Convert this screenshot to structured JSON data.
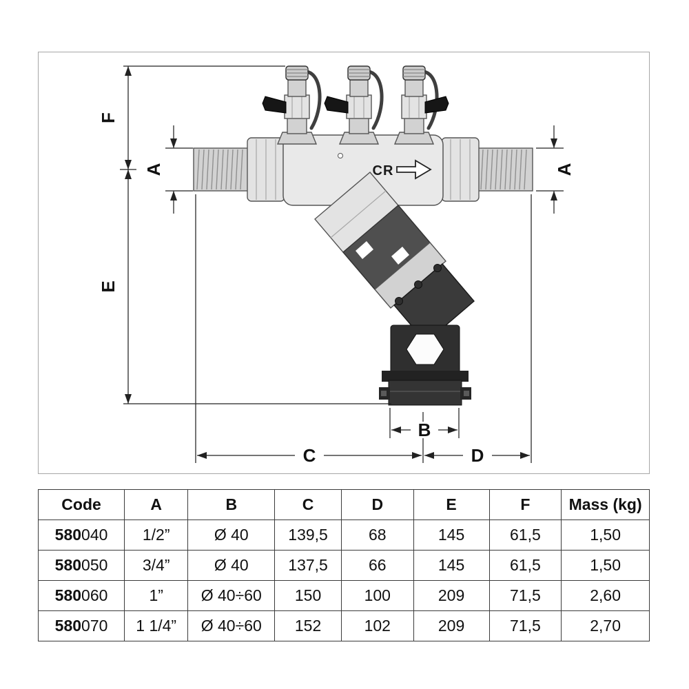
{
  "drawing": {
    "dims": {
      "F": "F",
      "E": "E",
      "A_left": "A",
      "A_right": "A",
      "B": "B",
      "C": "C",
      "D": "D"
    },
    "body_marking": "CR"
  },
  "table": {
    "headers": [
      "Code",
      "A",
      "B",
      "C",
      "D",
      "E",
      "F",
      "Mass (kg)"
    ],
    "rows": [
      {
        "code_prefix": "580",
        "code_suffix": "040",
        "values": [
          "1/2”",
          "Ø 40",
          "139,5",
          "68",
          "145",
          "61,5",
          "1,50"
        ]
      },
      {
        "code_prefix": "580",
        "code_suffix": "050",
        "values": [
          "3/4”",
          "Ø 40",
          "137,5",
          "66",
          "145",
          "61,5",
          "1,50"
        ]
      },
      {
        "code_prefix": "580",
        "code_suffix": "060",
        "values": [
          "1”",
          "Ø 40÷60",
          "150",
          "100",
          "209",
          "71,5",
          "2,60"
        ]
      },
      {
        "code_prefix": "580",
        "code_suffix": "070",
        "values": [
          "1 1/4”",
          "Ø 40÷60",
          "152",
          "102",
          "209",
          "71,5",
          "2,70"
        ]
      }
    ]
  }
}
